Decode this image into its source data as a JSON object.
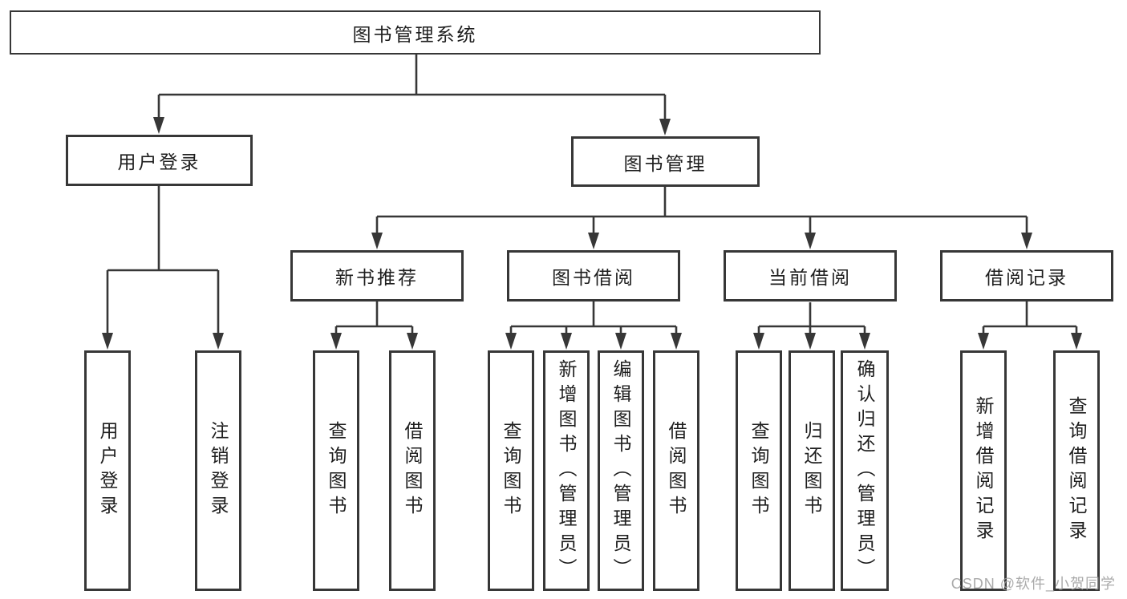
{
  "tree": {
    "root": "图书管理系统",
    "branches": [
      {
        "label": "用户登录",
        "leaves": [
          "用户登录",
          "注销登录"
        ]
      },
      {
        "label": "图书管理",
        "children": [
          {
            "label": "新书推荐",
            "leaves": [
              "查询图书",
              "借阅图书"
            ]
          },
          {
            "label": "图书借阅",
            "leaves": [
              "查询图书",
              "新增图书（管理员）",
              "编辑图书（管理员）",
              "借阅图书"
            ]
          },
          {
            "label": "当前借阅",
            "leaves": [
              "查询图书",
              "归还图书",
              "确认归还（管理员）"
            ]
          },
          {
            "label": "借阅记录",
            "leaves": [
              "新增借阅记录",
              "查询借阅记录"
            ]
          }
        ]
      }
    ]
  },
  "watermark": "CSDN @软件_小贺同学",
  "colors": {
    "line": "#373737",
    "text": "#1e1e1e",
    "watermark": "#9e9e9e",
    "background": "#ffffff"
  }
}
